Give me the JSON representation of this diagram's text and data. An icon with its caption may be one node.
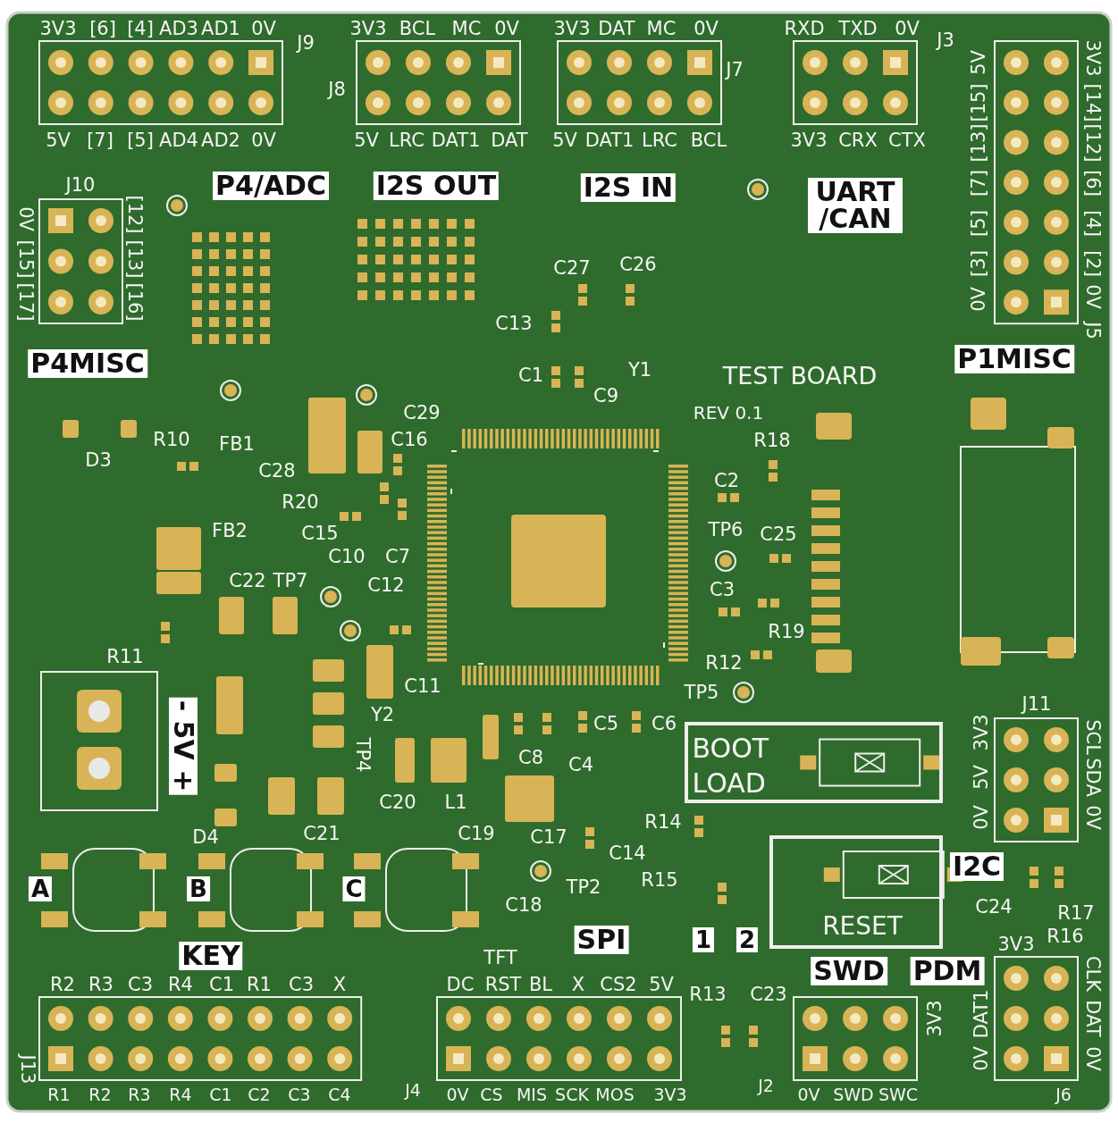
{
  "diagram": {
    "labels": [
      "3V3",
      "[6]",
      "[4]",
      "AD3",
      "AD1",
      "0V",
      "J9",
      "5V",
      "[7]",
      "[5]",
      "AD4",
      "AD2",
      "0V",
      "3V3",
      "BCL",
      "MC",
      "0V",
      "J8",
      "5V",
      "LRC",
      "DAT1",
      "DAT",
      "3V3",
      "DAT",
      "MC",
      "0V",
      "J7",
      "5V",
      "DAT1",
      "LRC",
      "BCL",
      "RXD",
      "TXD",
      "0V",
      "J3",
      "3V3",
      "CRX",
      "CTX",
      "5V",
      "[15]",
      "[13]",
      "[7]",
      "[5]",
      "[3]",
      "0V",
      "3V3",
      "[14]",
      "[12]",
      "[6]",
      "[4]",
      "[2]",
      "0V",
      "J5",
      "P4/ADC",
      "I2S OUT",
      "I2S IN",
      "UART /CAN",
      "J10",
      "0V",
      "[15]",
      "[17]",
      "[12]",
      "[13]",
      "[16]",
      "P4MISC",
      "P1MISC",
      "C27",
      "C26",
      "C13",
      "C1",
      "Y1",
      "TEST BOARD",
      "C9",
      "C29",
      "REV 0.1",
      "R10",
      "FB1",
      "C16",
      "R18",
      "D3",
      "C28",
      "C2",
      "R20",
      "FB2",
      "C15",
      "TP6",
      "C25",
      "C10",
      "C7",
      "C22",
      "TP7",
      "C12",
      "C3",
      "R19",
      "R11",
      "R12",
      "C11",
      "TP5",
      "Y2",
      "C5",
      "C6",
      "3V3",
      "J11",
      "SCL",
      "- 5V +",
      "TP4",
      "BOOT LOAD",
      "C8",
      "C4",
      "5V",
      "SDA",
      "C20",
      "L1",
      "0V",
      "0V",
      "R14",
      "D4",
      "C21",
      "C19",
      "C17",
      "C14",
      "I2C",
      "A",
      "B",
      "C",
      "TP2",
      "R15",
      "C18",
      "C24",
      "R17",
      "SPI",
      "1",
      "2",
      "RESET",
      "3V3",
      "R16",
      "KEY",
      "TFT",
      "SWD",
      "PDM",
      "DAT1",
      "CLK",
      "R2",
      "R3",
      "C3",
      "R4",
      "C1",
      "R1",
      "C3",
      "X",
      "DC",
      "RST",
      "BL",
      "X",
      "CS2",
      "5V",
      "R13",
      "C23",
      "3V3",
      "DAT",
      "J13",
      "0V",
      "0V",
      "R1",
      "R2",
      "R3",
      "R4",
      "C1",
      "C2",
      "C3",
      "C4",
      "J4",
      "0V",
      "CS",
      "MIS",
      "SCK",
      "MOS",
      "3V3",
      "J2",
      "0V",
      "SWD",
      "SWC",
      "J6"
    ]
  }
}
